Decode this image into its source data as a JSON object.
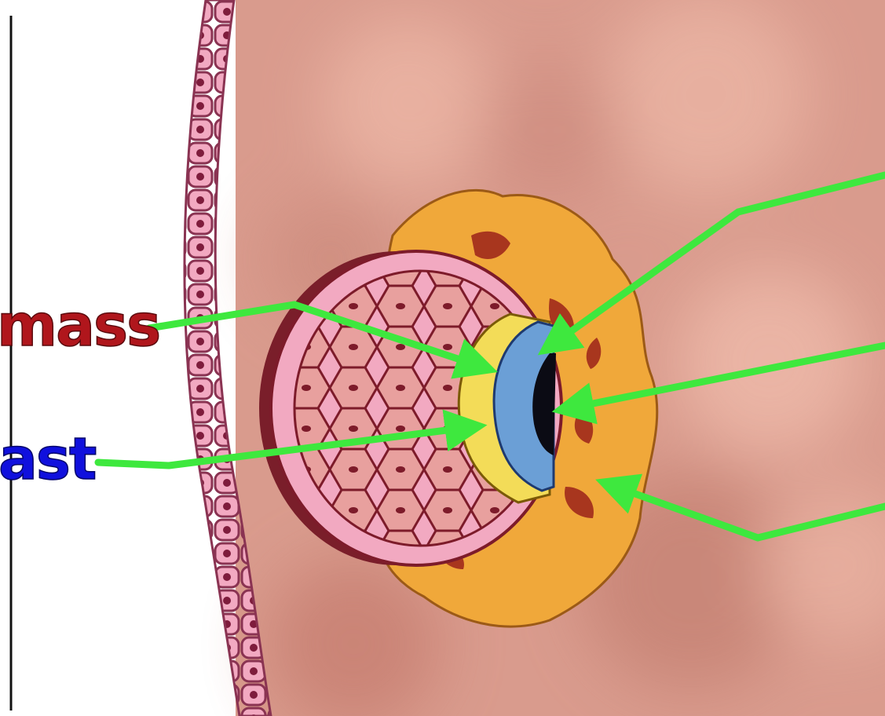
{
  "labels": {
    "left_top": "mass",
    "left_bottom": "ast"
  },
  "colors": {
    "uterine_wall": "#d99687",
    "label_red": "#b0161c",
    "label_blue": "#1010dd",
    "pointer_green": "#3ee83e",
    "epithelium": "#f2a9c1",
    "trophoblast_orange": "#f0a83a",
    "epiblast_blue": "#6b9fd6",
    "hypoblast_yellow": "#f3dc58"
  },
  "icons": {
    "left_border": "vertical-rule",
    "pointers": "arrow-pointer"
  }
}
